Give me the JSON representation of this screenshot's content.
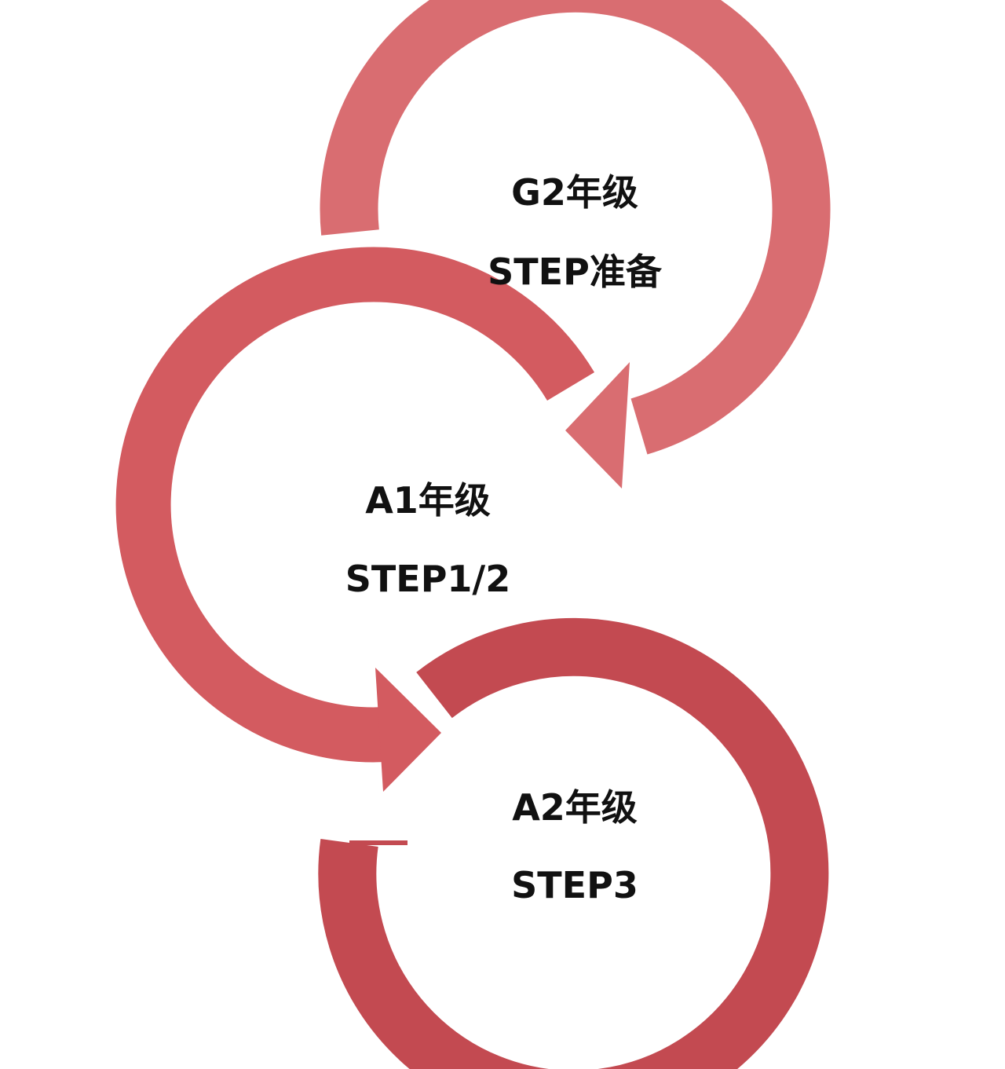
{
  "stages": [
    {
      "line1": "G2年级",
      "line2": "STEP准备",
      "color": "#D96D71"
    },
    {
      "line1": "A1年级",
      "line2": "STEP1/2",
      "color": "#D35B60"
    },
    {
      "line1": "A2年级",
      "line2": "STEP3",
      "color": "#C34A51"
    }
  ]
}
